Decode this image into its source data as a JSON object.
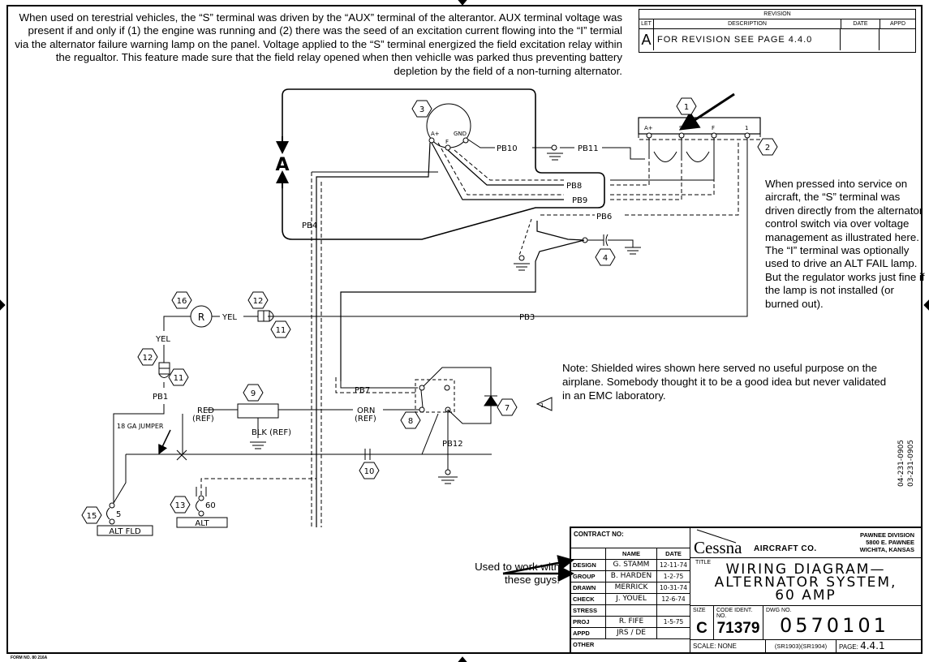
{
  "annotations": {
    "top_note": "When used on terestrial vehicles, the “S” terminal was driven by the “AUX” terminal of the alterantor. AUX terminal voltage was present if and only if (1) the engine was running and (2) there was the seed of an excitation  current flowing into the “I” termial via the alternator failure warning lamp on the panel. Voltage applied to the “S” terminal energized the field excitation relay within the regualtor. This feature made sure that the field relay opened when then vehiclle was parked thus preventing battery depletion by the field of a non-turning alternator.",
    "right_note": "When pressed into service on aircraft, the “S” terminal was driven directly from the alternator control switch via over voltage management as illustrated here. The “I” terminal was optionally used to drive an ALT FAIL lamp. But the regulator works just fine if the lamp is not installed (or burned out).",
    "shield_note": "Note: Shielded wires shown here served no useful purpose on the airplane. Somebody thought it to be a good idea but never validated in an EMC laboratory.",
    "guys_note": "Used to work with these guys!"
  },
  "revision": {
    "header": "REVISION",
    "columns": [
      "LET",
      "DESCRIPTION",
      "DATE",
      "APPD"
    ],
    "rows": [
      {
        "let": "A",
        "description": "FOR REVISION SEE PAGE 4.4.0",
        "date": "",
        "appd": ""
      }
    ]
  },
  "diagram": {
    "callouts": [
      "1",
      "2",
      "3",
      "4",
      "7",
      "8",
      "9",
      "10",
      "11",
      "12",
      "13",
      "15",
      "16"
    ],
    "regulator_terminals": [
      "A+",
      "S",
      "F",
      "1"
    ],
    "alternator_terminals": [
      "A+",
      "F",
      "GND"
    ],
    "wire_labels": {
      "pb10": "PB10",
      "pb11": "PB11",
      "pb8": "PB8",
      "pb9": "PB9",
      "pb6": "PB6",
      "pb4": "PB4",
      "pb3": "PB3",
      "pb7": "PB7",
      "pb1": "PB1",
      "pb12": "PB12",
      "yel1": "YEL",
      "yel2": "YEL",
      "red": "RED",
      "red_ref": "(REF)",
      "orn": "ORN",
      "orn_ref": "(REF)",
      "blk": "BLK (REF)",
      "jumper": "18 GA JUMPER"
    },
    "component_labels": {
      "lamp": "R",
      "off_page": "A",
      "note_flag": "1.",
      "breaker_5": "5",
      "breaker_60": "60",
      "alt_fld": "ALT FLD",
      "alt": "ALT"
    }
  },
  "title_block": {
    "contract_label": "CONTRACT NO:",
    "name_header": "NAME",
    "date_header": "DATE",
    "rows": [
      {
        "label": "DESIGN",
        "name": "G. STAMM",
        "date": "12-11-74"
      },
      {
        "label": "GROUP",
        "name": "B. HARDEN",
        "date": "1-2-75"
      },
      {
        "label": "DRAWN",
        "name": "MERRICK",
        "date": "10-31-74"
      },
      {
        "label": "CHECK",
        "name": "J. YOUEL",
        "date": "12-6-74"
      },
      {
        "label": "STRESS",
        "name": "",
        "date": ""
      },
      {
        "label": "PROJ",
        "name": "R. FIFE",
        "date": "1-5-75"
      },
      {
        "label": "APPD",
        "name": "JRS / DE",
        "date": ""
      }
    ],
    "other_label": "OTHER",
    "company": "Cessna",
    "company_suffix": "AIRCRAFT CO.",
    "division": "PAWNEE DIVISION",
    "address1": "5800 E. PAWNEE",
    "address2": "WICHITA, KANSAS",
    "title_label": "TITLE",
    "title_line1": "WIRING DIAGRAM—",
    "title_line2": "ALTERNATOR SYSTEM,",
    "title_line3": "60 AMP",
    "size_label": "SIZE",
    "size": "C",
    "code_label": "CODE IDENT. NO.",
    "code": "71379",
    "dwg_label": "DWG NO.",
    "dwg": "0570101",
    "scale": "SCALE: NONE",
    "sr": "(SR1903)(SR1904)",
    "page_label": "PAGE:",
    "page": "4.4.1"
  },
  "side_codes": [
    "04-231-0905",
    "03-231-0905"
  ],
  "form_no": "FORM NO. 80 216A"
}
